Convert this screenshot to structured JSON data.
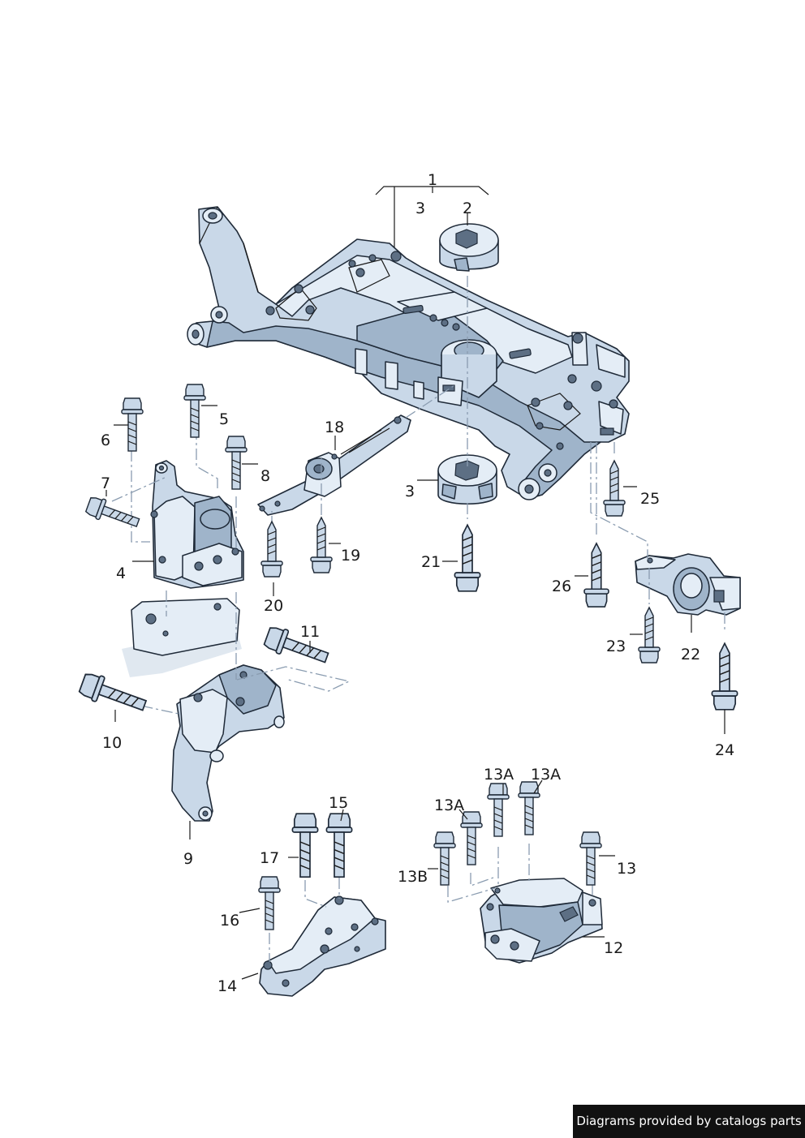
{
  "labels": {
    "l1": "1",
    "l2": "2",
    "l3a": "3",
    "l3b": "3",
    "l4": "4",
    "l5": "5",
    "l6": "6",
    "l7": "7",
    "l8": "8",
    "l9": "9",
    "l10": "10",
    "l11": "11",
    "l12": "12",
    "l13": "13",
    "l13a1": "13A",
    "l13a2": "13A",
    "l13a3": "13A",
    "l13b": "13B",
    "l14": "14",
    "l15": "15",
    "l16": "16",
    "l17": "17",
    "l18": "18",
    "l19": "19",
    "l20": "20",
    "l21": "21",
    "l22": "22",
    "l23": "23",
    "l24": "24",
    "l25": "25",
    "l26": "26"
  },
  "watermark": "Diagrams provided by catalogs parts"
}
